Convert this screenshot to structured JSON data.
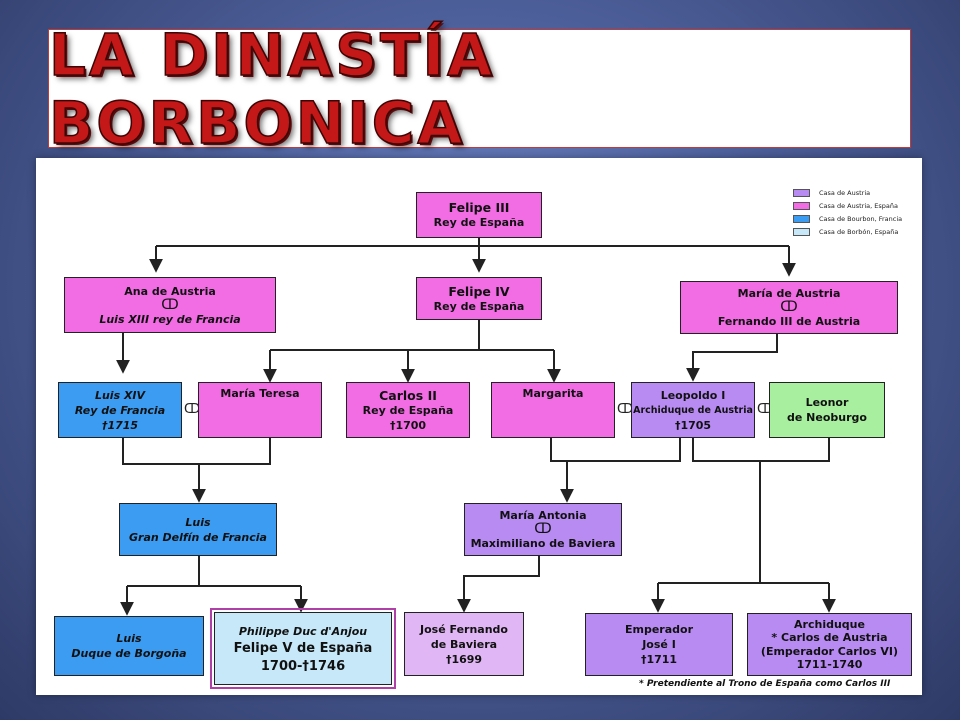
{
  "title": "La dinastía borbonica",
  "legend": [
    {
      "label": "Casa de Austria",
      "color": "#b88bf2"
    },
    {
      "label": "Casa de Austria, España",
      "color": "#f26de4"
    },
    {
      "label": "Casa de Bourbon, Francia",
      "color": "#3b9cf2"
    },
    {
      "label": " Casa de Borbón, España",
      "color": "#c6e8f8"
    }
  ],
  "people": {
    "felipe3": {
      "l1": "Felipe III",
      "l2": "Rey de España"
    },
    "ana": {
      "l1": "Ana de Austria",
      "l2": "Luis XIII rey de Francia"
    },
    "felipe4": {
      "l1": "Felipe IV",
      "l2": "Rey de España"
    },
    "maria_austria": {
      "l1": "María de Austria",
      "l2": "Fernando III de Austria"
    },
    "luis14": {
      "l1": "Luis XIV",
      "l2": "Rey de Francia",
      "l3": "†1715"
    },
    "maria_teresa": {
      "l1": "María Teresa"
    },
    "carlos2": {
      "l1": "Carlos II",
      "l2": "Rey de España",
      "l3": "†1700"
    },
    "margarita": {
      "l1": "Margarita"
    },
    "leopoldo": {
      "l1": "Leopoldo I",
      "l2": "Archiduque de Austria",
      "l3": "†1705"
    },
    "leonor": {
      "l1": "Leonor",
      "l2": "de Neoburgo"
    },
    "luis_gd": {
      "l1": "Luis",
      "l2": "Gran Delfín de Francia"
    },
    "maria_antonia": {
      "l1": "María Antonia",
      "l2": "Maximiliano de Baviera"
    },
    "luis_duque": {
      "l1": "Luis",
      "l2": "Duque de Borgoña"
    },
    "philippe": {
      "l1": "Philippe Duc d'Anjou",
      "l2": "Felipe V de España",
      "l3": "1700-†1746"
    },
    "jose_fernando": {
      "l1": "José Fernando",
      "l2": "de Baviera",
      "l3": "†1699"
    },
    "jose1": {
      "l1": "Emperador",
      "l2": "José I",
      "l3": "†1711"
    },
    "archiduque": {
      "l1": "Archiduque",
      "l2": "* Carlos de Austria",
      "l3": "(Emperador Carlos VI)",
      "l4": "1711-1740"
    }
  },
  "marriage_symbol": "ↀ",
  "footnote": "* Pretendiente al Trono de España como Carlos III"
}
